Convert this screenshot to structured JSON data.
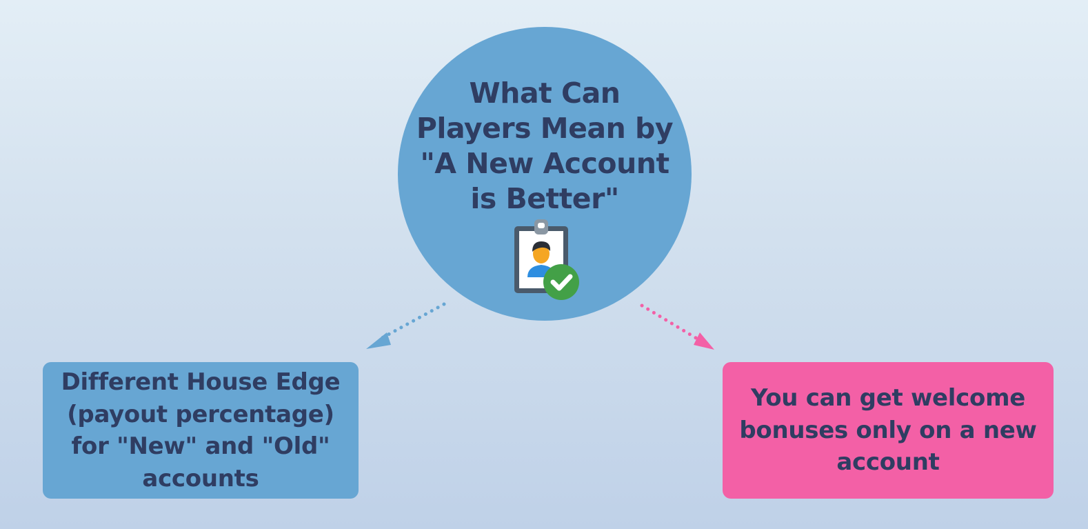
{
  "diagram": {
    "center": {
      "title": "What Can\nPlayers Mean by\n\"A New Account\nis Better\""
    },
    "left_box": {
      "text": "Different House Edge\n(payout percentage)\nfor \"New\" and \"Old\"\naccounts",
      "color": "#67a6d3"
    },
    "right_box": {
      "text": "You can get welcome\nbonuses only on a new\naccount",
      "color": "#f360a6"
    },
    "colors": {
      "circle": "#67a6d3",
      "text": "#2f3d62",
      "arrow_left": "#67a6d3",
      "arrow_right": "#f360a6"
    },
    "center_icon": "id-badge-check-icon"
  }
}
